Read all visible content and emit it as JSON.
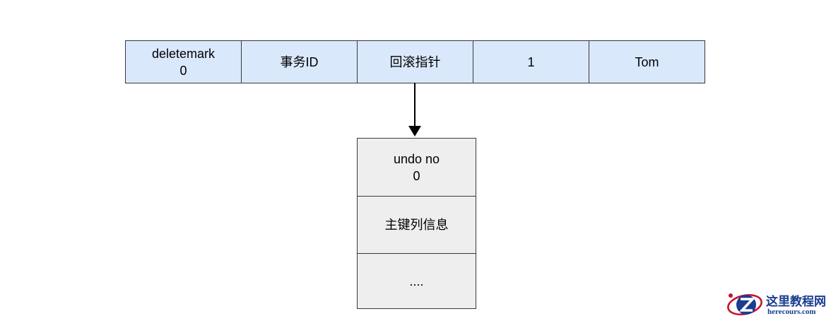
{
  "record": {
    "cells": [
      {
        "text": "deletemark\n0"
      },
      {
        "text": "事务ID"
      },
      {
        "text": "回滚指针"
      },
      {
        "text": "1"
      },
      {
        "text": "Tom"
      }
    ]
  },
  "undo_log": {
    "cells": [
      {
        "text": "undo no\n0"
      },
      {
        "text": "主键列信息"
      },
      {
        "text": "...."
      }
    ]
  },
  "colors": {
    "record_fill": "#dae8fc",
    "undo_fill": "#eeeeee",
    "stroke": "#36393d",
    "watermark": "#1a3d8f",
    "watermark_accent": "#c8102e"
  },
  "watermark": {
    "title": "这里教程网",
    "subtitle": "herecours.com"
  }
}
